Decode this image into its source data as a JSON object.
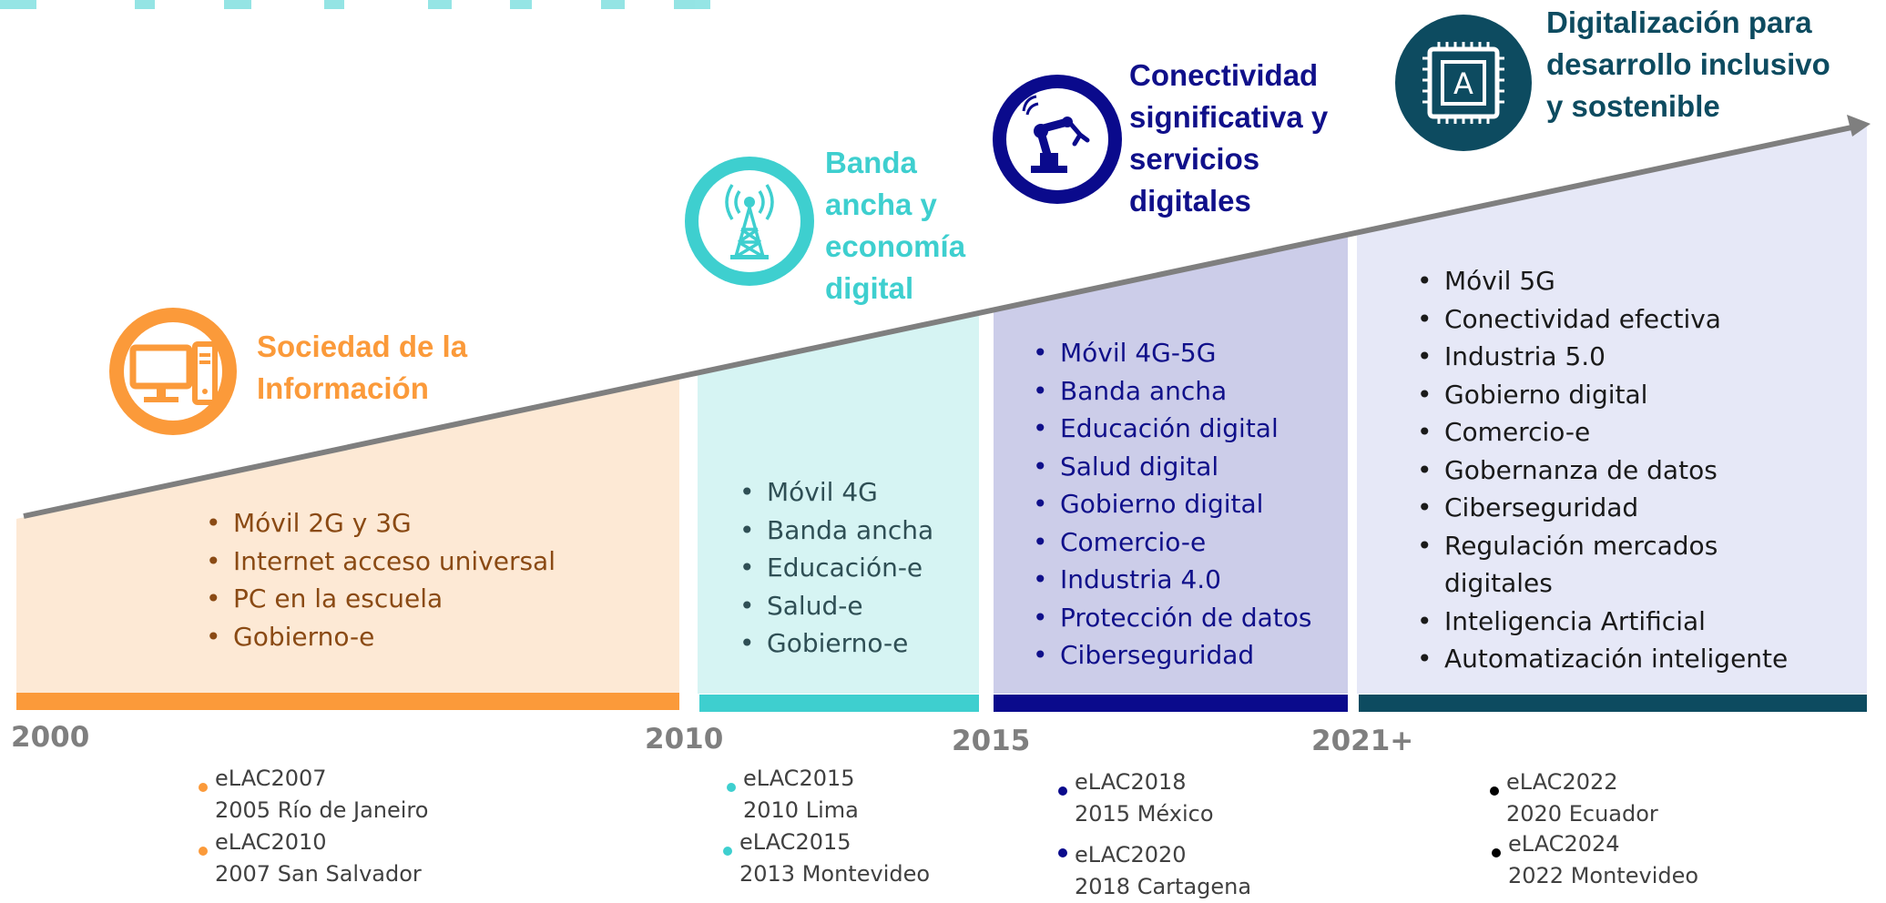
{
  "colors": {
    "orange": "#fb9a3a",
    "orange_text": "#8a4a14",
    "orange_bg": "#fde9d5",
    "teal": "#3ecfcf",
    "teal_text": "#2f4f55",
    "teal_bg": "#d6f4f3",
    "navy": "#0a0a8c",
    "navy_text": "#10108a",
    "navy_bg": "#cccde9",
    "dark": "#0d4b60",
    "dark_bg": "#e6e8f7",
    "arrow": "#7f7f7f"
  },
  "header_fragment": "l                        ",
  "stages": [
    {
      "title": "Sociedad de la Información",
      "title_lines": [
        "Sociedad de la",
        "Información"
      ],
      "icon": "computer-icon",
      "items": [
        "Móvil 2G y 3G",
        "Internet acceso universal",
        "PC en la escuela",
        "Gobierno-e"
      ]
    },
    {
      "title": "Banda ancha y economía digital",
      "title_lines": [
        "Banda",
        "ancha y",
        "economía",
        "digital"
      ],
      "icon": "antenna-tower-icon",
      "items": [
        "Móvil 4G",
        "Banda ancha",
        "Educación-e",
        "Salud-e",
        "Gobierno-e"
      ]
    },
    {
      "title": "Conectividad significativa y servicios digitales",
      "title_lines": [
        "Conectividad",
        "significativa y",
        "servicios",
        "digitales"
      ],
      "icon": "robot-arm-icon",
      "items": [
        "Móvil 4G-5G",
        "Banda ancha",
        "Educación digital",
        "Salud digital",
        "Gobierno digital",
        "Comercio-e",
        "Industria 4.0",
        "Protección de datos",
        "Ciberseguridad"
      ]
    },
    {
      "title": "Digitalización para desarrollo inclusivo y sostenible",
      "title_lines": [
        "Digitalización para",
        "desarrollo inclusivo",
        "y sostenible"
      ],
      "icon": "ai-chip-icon",
      "chip_letter": "A",
      "items": [
        "Móvil 5G",
        "Conectividad efectiva",
        "Industria 5.0",
        "Gobierno digital",
        "Comercio-e",
        "Gobernanza de datos",
        "Ciberseguridad",
        "Regulación mercados digitales",
        "Inteligencia Artificial",
        "Automatización inteligente"
      ]
    }
  ],
  "years": [
    "2000",
    "2010",
    "2015",
    "2021+"
  ],
  "events": [
    [
      {
        "name": "eLAC2007",
        "detail": "2005 Río de Janeiro"
      },
      {
        "name": "eLAC2010",
        "detail": "2007 San Salvador"
      }
    ],
    [
      {
        "name": "eLAC2015",
        "detail": "2010 Lima"
      },
      {
        "name": "eLAC2015",
        "detail": "2013 Montevideo"
      }
    ],
    [
      {
        "name": "eLAC2018",
        "detail": "2015 México"
      },
      {
        "name": "eLAC2020",
        "detail": "2018 Cartagena"
      }
    ],
    [
      {
        "name": "eLAC2022",
        "detail": "2020 Ecuador"
      },
      {
        "name": "eLAC2024",
        "detail": "2022 Montevideo"
      }
    ]
  ]
}
